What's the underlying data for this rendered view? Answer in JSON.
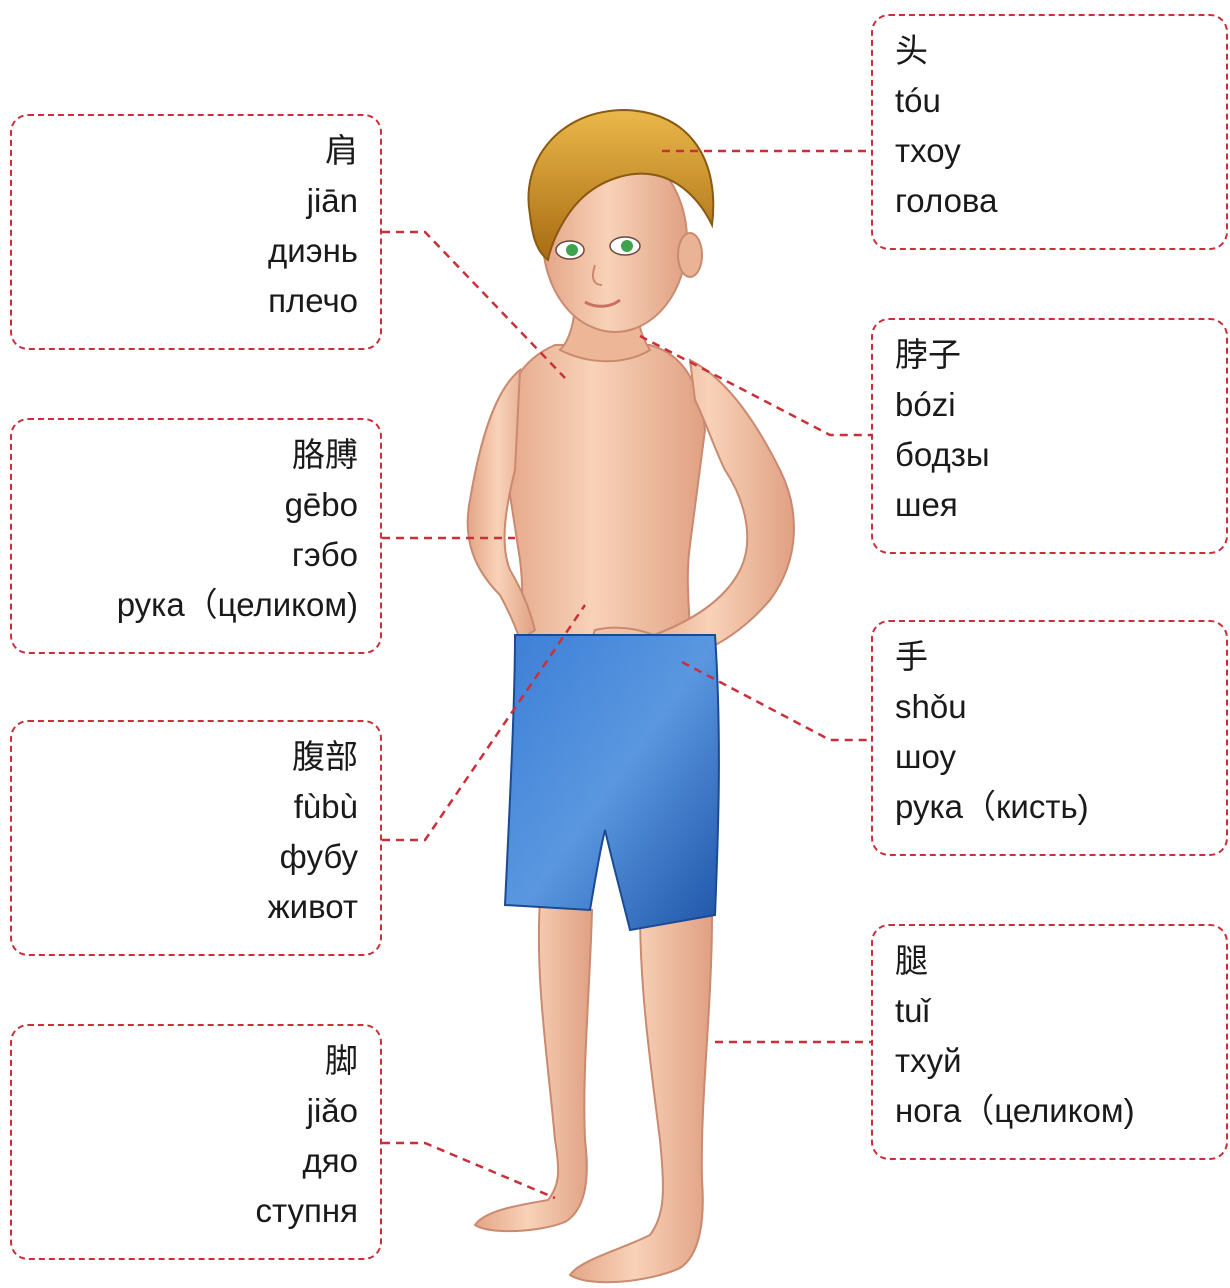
{
  "labels": {
    "head": {
      "hanzi": "头",
      "pinyin": "tóu",
      "cyrillic": "тхоу",
      "meaning": "голова"
    },
    "shoulder": {
      "hanzi": "肩",
      "pinyin": "jiān",
      "cyrillic": "диэнь",
      "meaning": "плечо"
    },
    "neck": {
      "hanzi": "脖子",
      "pinyin": "bózi",
      "cyrillic": "бодзы",
      "meaning": "шея"
    },
    "arm": {
      "hanzi": "胳膊",
      "pinyin": "gēbo",
      "cyrillic": "гэбо",
      "meaning": "рука（целиком)"
    },
    "hand": {
      "hanzi": "手",
      "pinyin": "shǒu",
      "cyrillic": "шоу",
      "meaning": "рука（кисть)"
    },
    "belly": {
      "hanzi": "腹部",
      "pinyin": "fùbù",
      "cyrillic": "фубу",
      "meaning": "живот"
    },
    "leg": {
      "hanzi": "腿",
      "pinyin": "tuǐ",
      "cyrillic": "тхуй",
      "meaning": "нога（целиком)"
    },
    "foot": {
      "hanzi": "脚",
      "pinyin": "jiǎo",
      "cyrillic": "дяо",
      "meaning": "ступня"
    }
  },
  "colors": {
    "dashed_line": "#c9303a",
    "skin": "#f3c2a4",
    "skin_shadow": "#d99a7e",
    "hair": "#c98a1e",
    "hair_light": "#e7b443",
    "shorts": "#2f6fc8",
    "shorts_dark": "#1d4f9a",
    "eye": "#3fa34d"
  },
  "illustration": {
    "subject": "boy-figure",
    "icon": "boy-illustration-icon"
  }
}
